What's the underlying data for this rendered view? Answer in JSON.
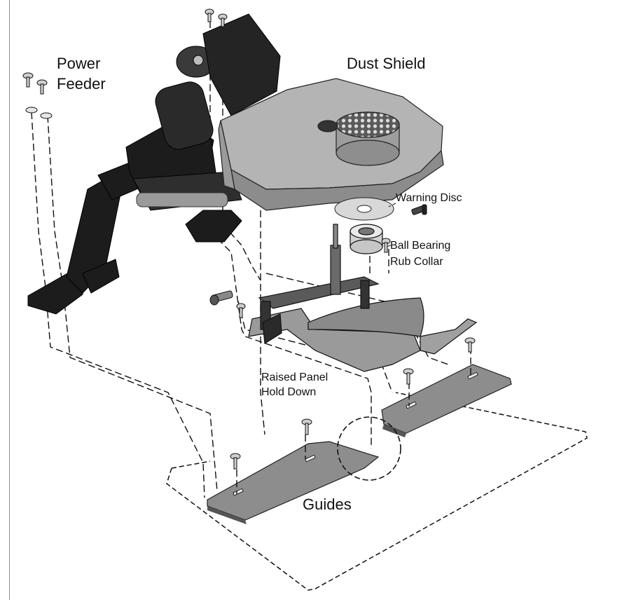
{
  "diagram": {
    "labels": {
      "power_feeder_line1": "Power",
      "power_feeder_line2": "Feeder",
      "dust_shield": "Dust Shield",
      "warning_disc": "Warning Disc",
      "ball_bearing_line1": "Ball Bearing",
      "ball_bearing_line2": "Rub Collar",
      "raised_panel_line1": "Raised Panel",
      "raised_panel_line2": "Hold Down",
      "guides": "Guides"
    },
    "colors": {
      "dark_metal": "#1c1c1c",
      "gray_metal": "#8d8d8d",
      "light_metal": "#b4b4b4",
      "line": "#111111"
    }
  }
}
